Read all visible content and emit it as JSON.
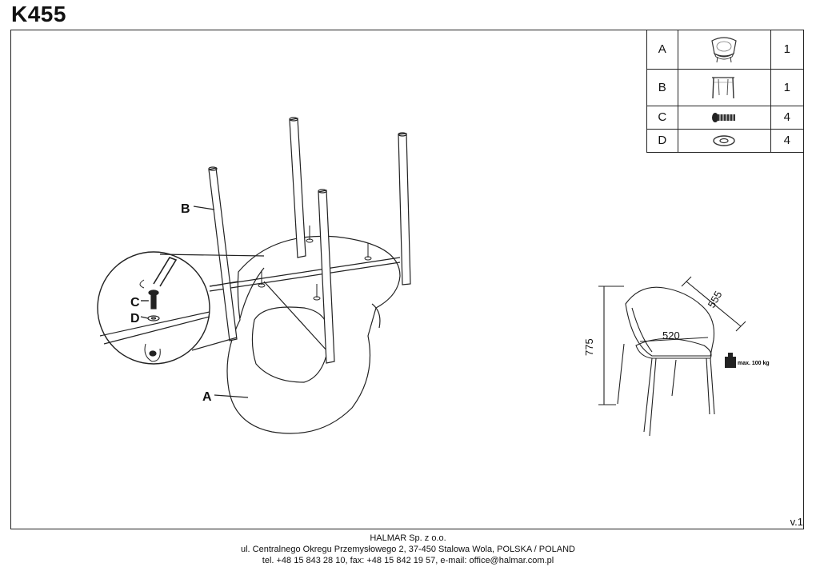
{
  "title": "K455",
  "parts": [
    {
      "id": "A",
      "icon": "chair-shell-icon",
      "qty": "1"
    },
    {
      "id": "B",
      "icon": "chair-legs-icon",
      "qty": "1"
    },
    {
      "id": "C",
      "icon": "screw-icon",
      "qty": "4"
    },
    {
      "id": "D",
      "icon": "washer-icon",
      "qty": "4"
    }
  ],
  "labels": {
    "a": "A",
    "b": "B",
    "c": "C",
    "d": "D"
  },
  "dimensions": {
    "height": "775",
    "width": "520",
    "depth": "555"
  },
  "max_load": "max. 100 kg",
  "version": "v.1",
  "footer": {
    "company": "HALMAR Sp. z o.o.",
    "address": "ul. Centralnego Okregu Przemysłowego 2, 37-450 Stalowa Wola, POLSKA / POLAND",
    "contact": "tel. +48 15 843 28 10, fax: +48 15 842 19 57, e-mail: office@halmar.com.pl"
  }
}
